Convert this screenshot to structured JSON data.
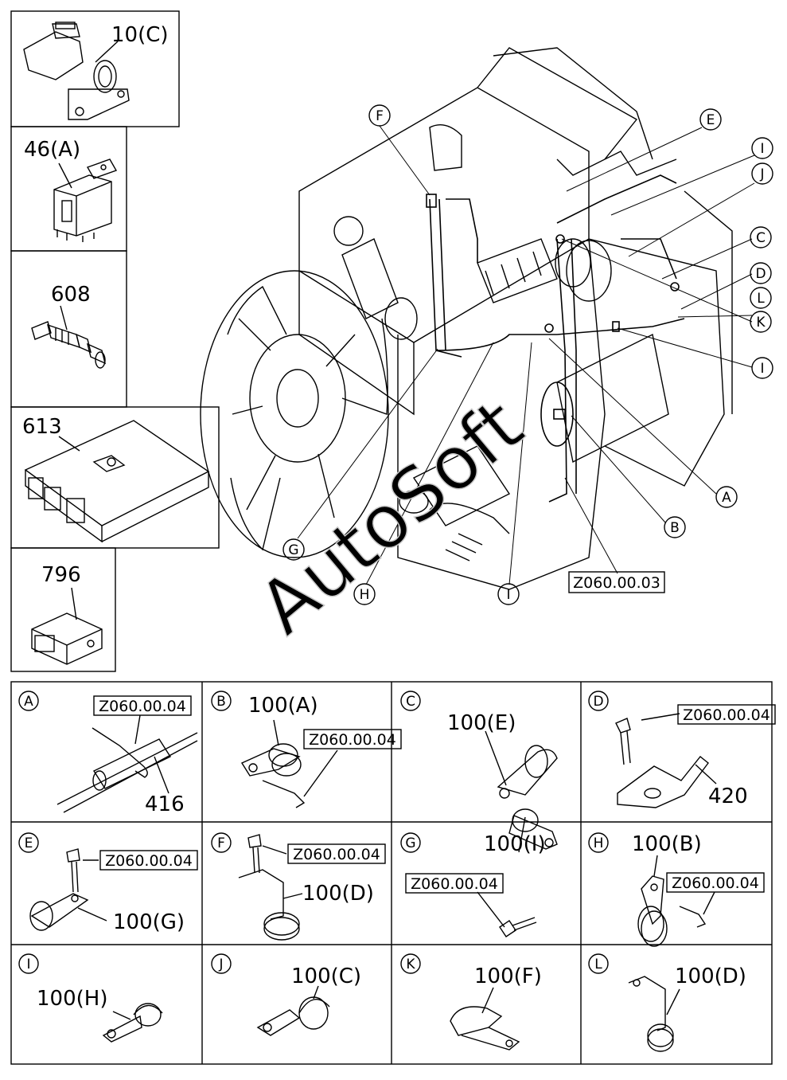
{
  "inset_parts": [
    {
      "id": "part-10c",
      "label": "10(C)"
    },
    {
      "id": "part-46a",
      "label": "46(A)"
    },
    {
      "id": "part-608",
      "label": "608"
    },
    {
      "id": "part-613",
      "label": "613"
    },
    {
      "id": "part-796",
      "label": "796"
    }
  ],
  "main_view": {
    "callouts": [
      "F",
      "E",
      "I",
      "J",
      "C",
      "D",
      "L",
      "K",
      "I",
      "A",
      "B",
      "G",
      "H",
      "I"
    ],
    "reference": "Z060.00.03",
    "watermark": "AutoSoft"
  },
  "detail_grid": [
    {
      "key": "A",
      "parts": [
        "416"
      ],
      "ref": "Z060.00.04"
    },
    {
      "key": "B",
      "parts": [
        "100(A)"
      ],
      "ref": "Z060.00.04"
    },
    {
      "key": "C",
      "parts": [
        "100(E)"
      ],
      "ref": ""
    },
    {
      "key": "D",
      "parts": [
        "420"
      ],
      "ref": "Z060.00.04"
    },
    {
      "key": "E",
      "parts": [
        "100(G)"
      ],
      "ref": "Z060.00.04"
    },
    {
      "key": "F",
      "parts": [
        "100(D)"
      ],
      "ref": "Z060.00.04"
    },
    {
      "key": "G",
      "parts": [
        "100(I)"
      ],
      "ref": "Z060.00.04"
    },
    {
      "key": "H",
      "parts": [
        "100(B)"
      ],
      "ref": "Z060.00.04"
    },
    {
      "key": "I",
      "parts": [
        "100(H)"
      ],
      "ref": ""
    },
    {
      "key": "J",
      "parts": [
        "100(C)"
      ],
      "ref": ""
    },
    {
      "key": "K",
      "parts": [
        "100(F)"
      ],
      "ref": ""
    },
    {
      "key": "L",
      "parts": [
        "100(D)"
      ],
      "ref": ""
    }
  ]
}
